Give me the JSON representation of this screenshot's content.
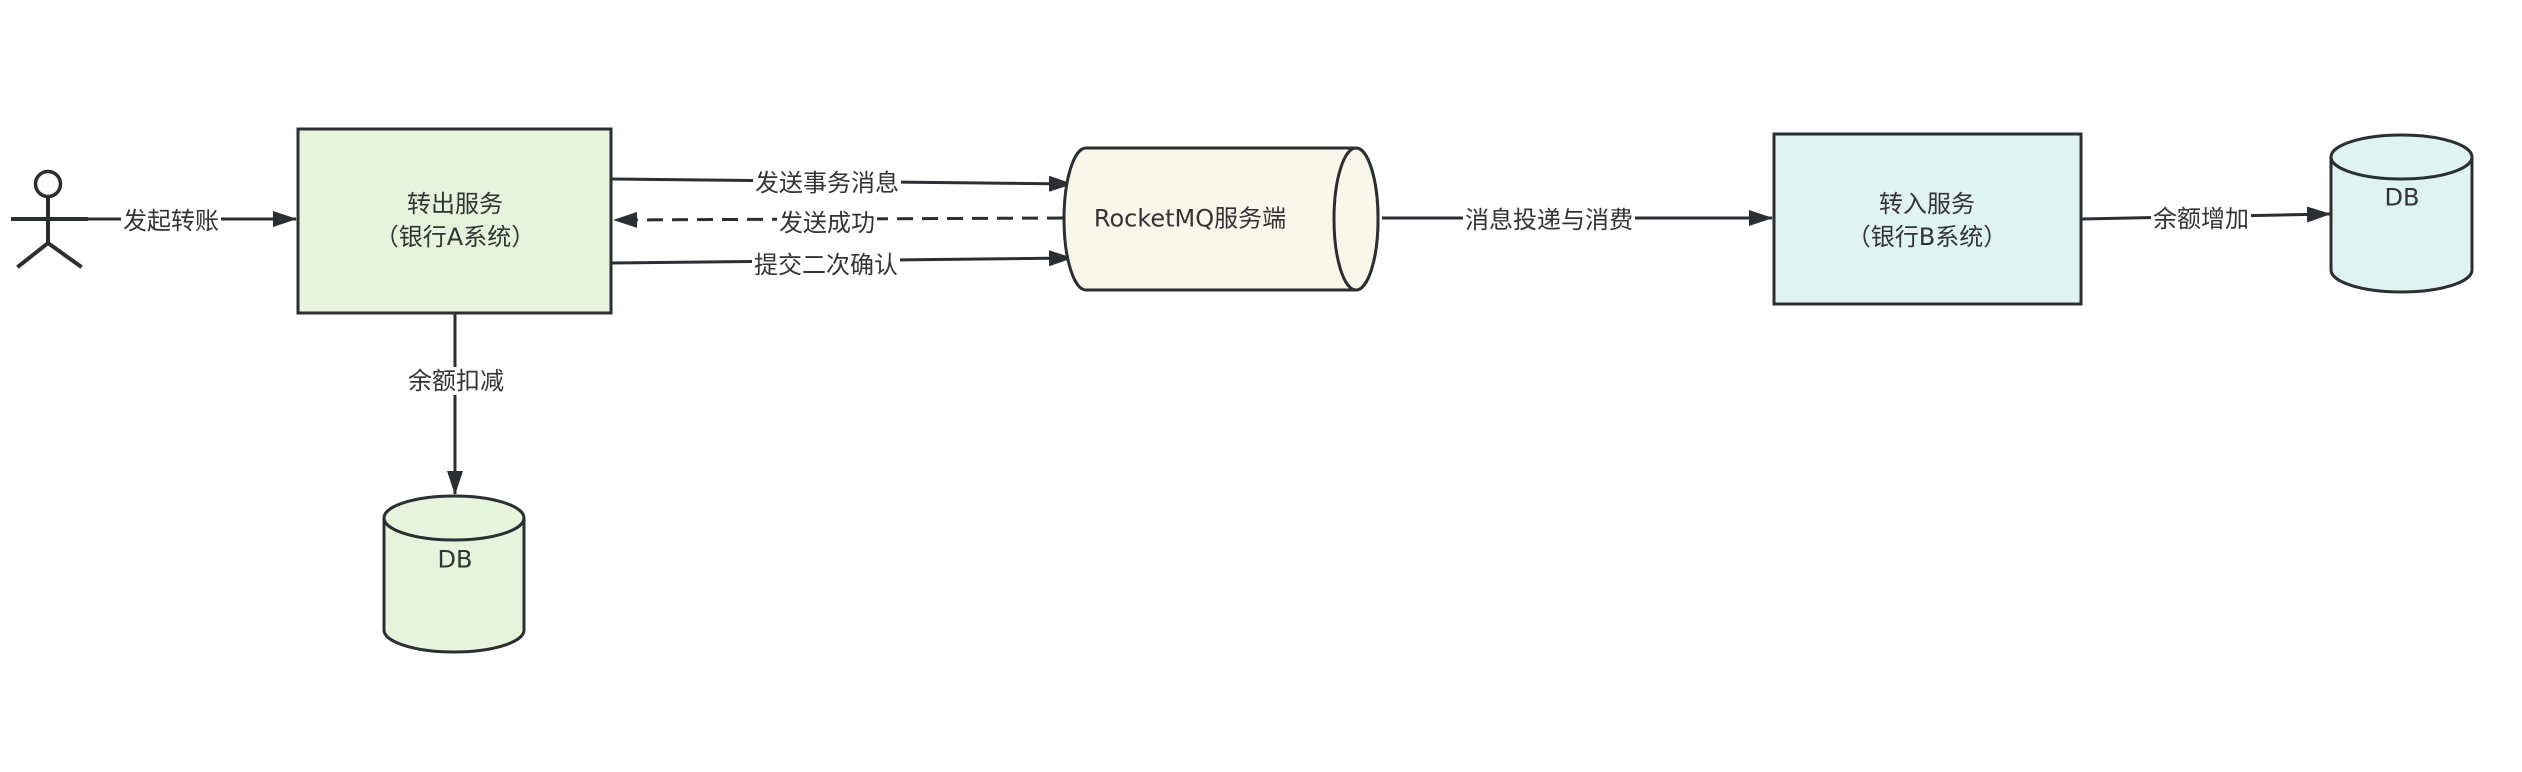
{
  "diagram": {
    "colors": {
      "stroke": "#2b2f33",
      "text": "#333333",
      "bank_a_fill": "#e6f4dd",
      "mq_fill": "#f9f7ea",
      "bank_b_fill": "#dff3f1"
    },
    "actor": {
      "icon": "stick-figure-actor-icon"
    },
    "nodes": {
      "bank_a_service": {
        "line1": "转出服务",
        "line2": "（银行A系统）"
      },
      "rocketmq": {
        "label": "RocketMQ服务端"
      },
      "bank_b_service": {
        "line1": "转入服务",
        "line2": "（银行B系统）"
      },
      "db_a": {
        "label": "DB"
      },
      "db_b": {
        "label": "DB"
      }
    },
    "edges": {
      "initiate_transfer": {
        "label": "发起转账",
        "style": "solid"
      },
      "send_tx_message": {
        "label": "发送事务消息",
        "style": "solid"
      },
      "send_success": {
        "label": "发送成功",
        "style": "dashed"
      },
      "commit_confirm": {
        "label": "提交二次确认",
        "style": "solid"
      },
      "deliver_consume": {
        "label": "消息投递与消费",
        "style": "solid"
      },
      "balance_decrease": {
        "label": "余额扣减",
        "style": "solid"
      },
      "balance_increase": {
        "label": "余额增加",
        "style": "solid"
      }
    }
  }
}
